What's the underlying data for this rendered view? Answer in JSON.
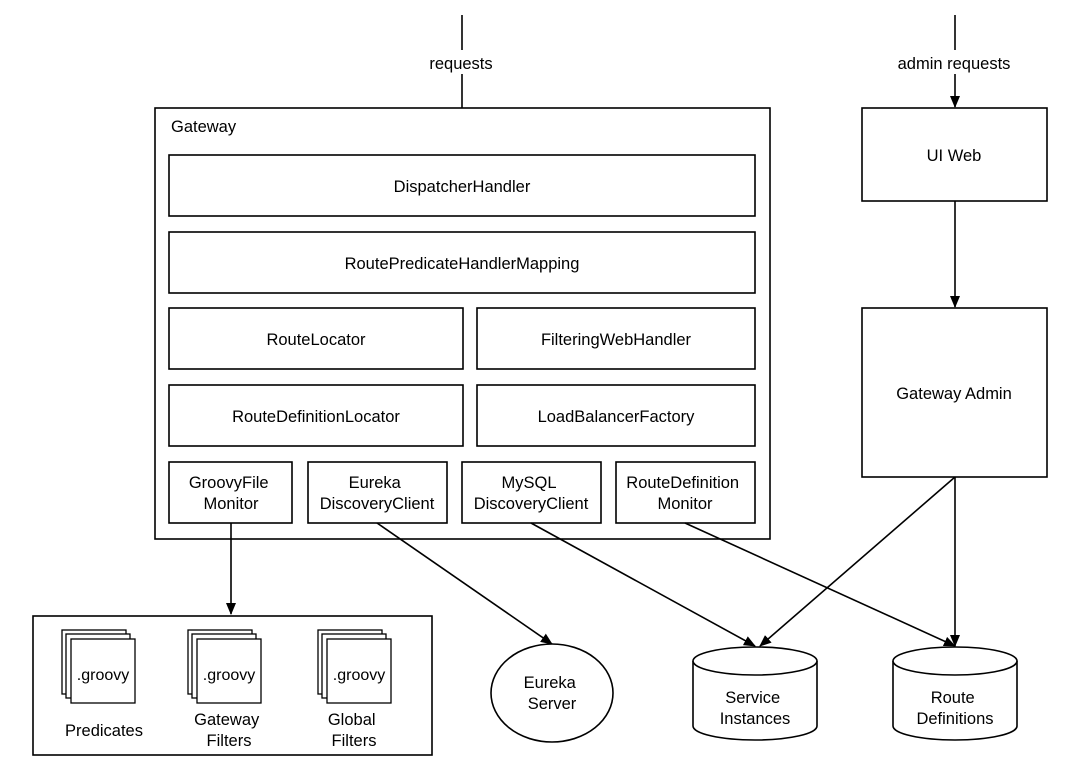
{
  "labels": {
    "requests": "requests",
    "admin_requests": "admin requests",
    "gateway": "Gateway",
    "dispatcher_handler": "DispatcherHandler",
    "route_predicate_handler_mapping": "RoutePredicateHandlerMapping",
    "route_locator": "RouteLocator",
    "filtering_web_handler": "FilteringWebHandler",
    "route_definition_locator": "RouteDefinitionLocator",
    "load_balancer_factory": "LoadBalancerFactory",
    "groovy_file_monitor": [
      "GroovyFile",
      "Monitor"
    ],
    "eureka_discovery_client": [
      "Eureka",
      "DiscoveryClient"
    ],
    "mysql_discovery_client": [
      "MySQL",
      "DiscoveryClient"
    ],
    "route_definition_monitor": [
      "RouteDefinition",
      "Monitor"
    ],
    "ui_web": "UI Web",
    "gateway_admin": "Gateway Admin",
    "groovy": ".groovy",
    "predicates": "Predicates",
    "gateway_filters": [
      "Gateway",
      "Filters"
    ],
    "global_filters": [
      "Global",
      "Filters"
    ],
    "eureka_server": [
      "Eureka",
      "Server"
    ],
    "service_instances": [
      "Service",
      "Instances"
    ],
    "route_definitions": [
      "Route",
      "Definitions"
    ]
  }
}
